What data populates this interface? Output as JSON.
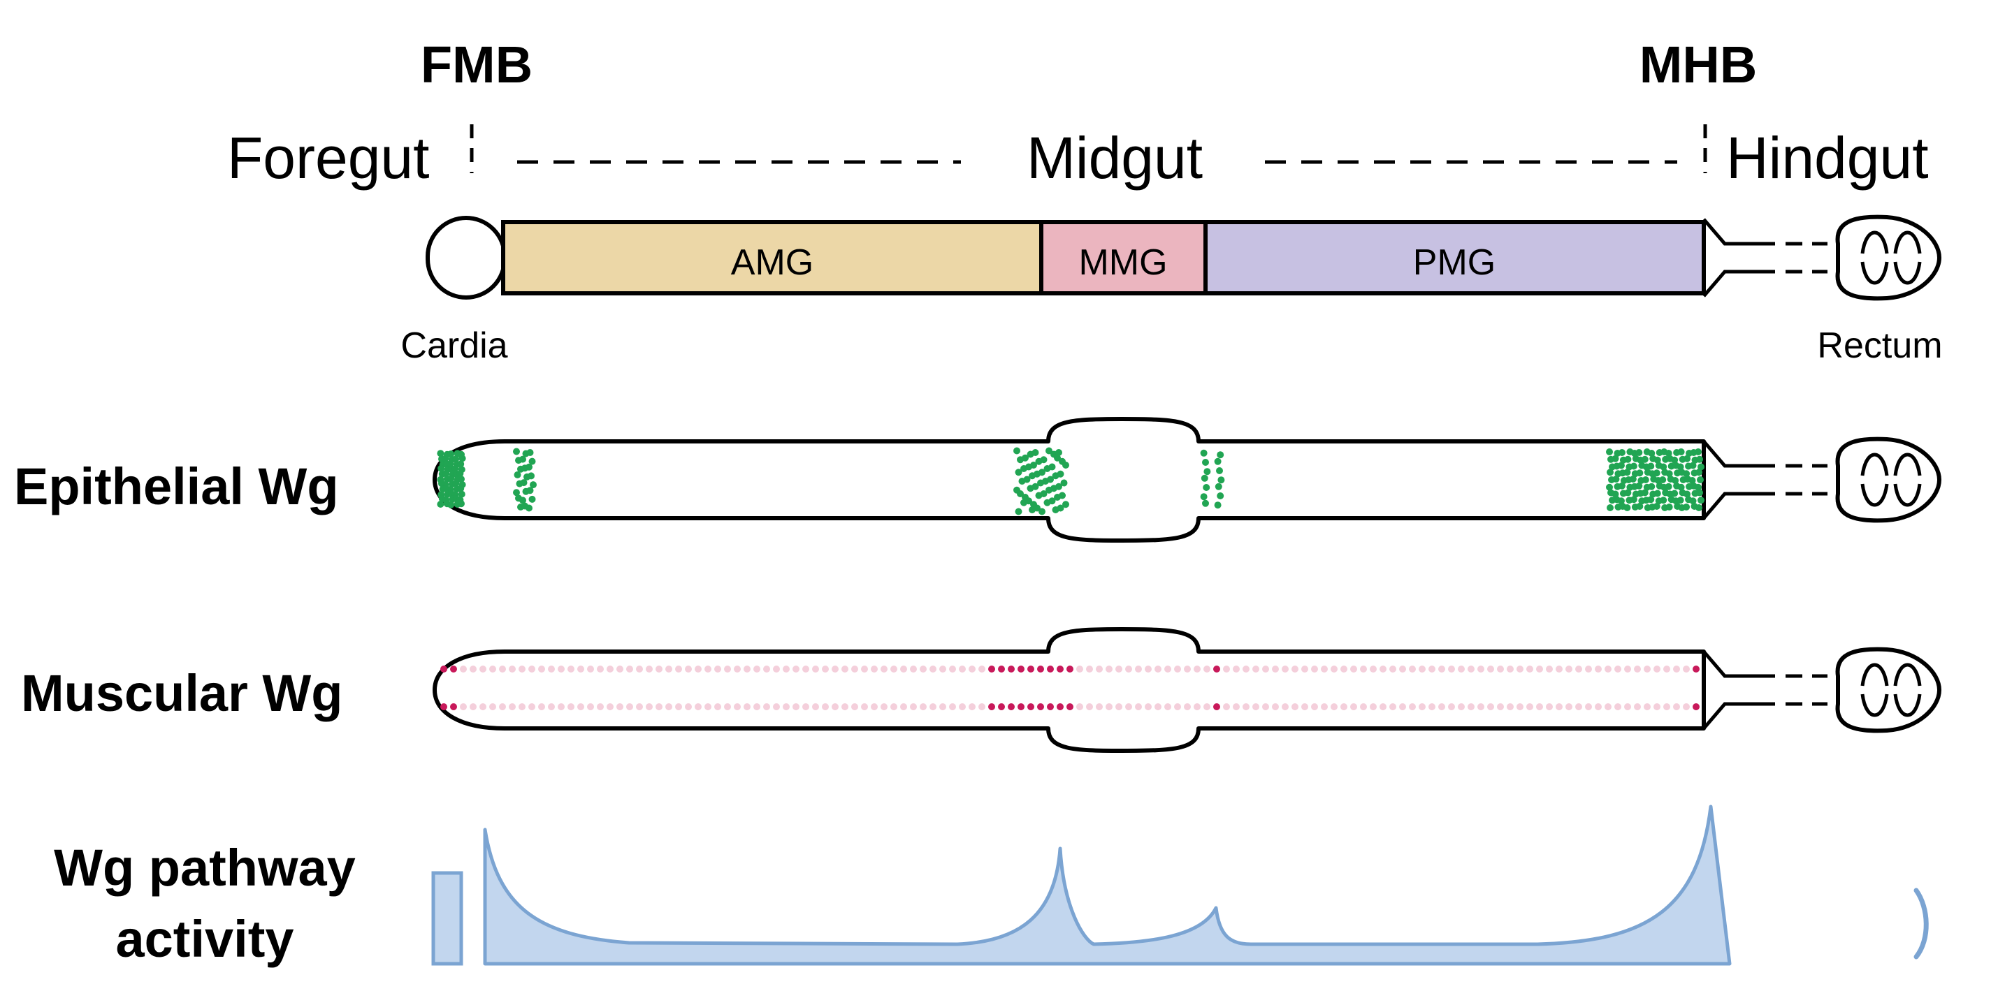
{
  "boundaries": {
    "fmb": "FMB",
    "mhb": "MHB"
  },
  "regions": {
    "foregut": "Foregut",
    "midgut": "Midgut",
    "hindgut": "Hindgut"
  },
  "segments": {
    "amg": "AMG",
    "mmg": "MMG",
    "pmg": "PMG"
  },
  "structures": {
    "cardia": "Cardia",
    "rectum": "Rectum"
  },
  "rows": {
    "epithelial": "Epithelial Wg",
    "muscular": "Muscular Wg",
    "pathway_line1": "Wg pathway",
    "pathway_line2": "activity"
  },
  "colors": {
    "amg": "#ecd7a7",
    "mmg": "#ebb5bf",
    "pmg": "#c7c1e2",
    "epithelial_dot": "#21a553",
    "muscular_dot_strong": "#c8195a",
    "muscular_dot_faint": "#f4cfdb",
    "activity_fill": "#c2d6ee",
    "activity_stroke": "#7ba4d2"
  }
}
